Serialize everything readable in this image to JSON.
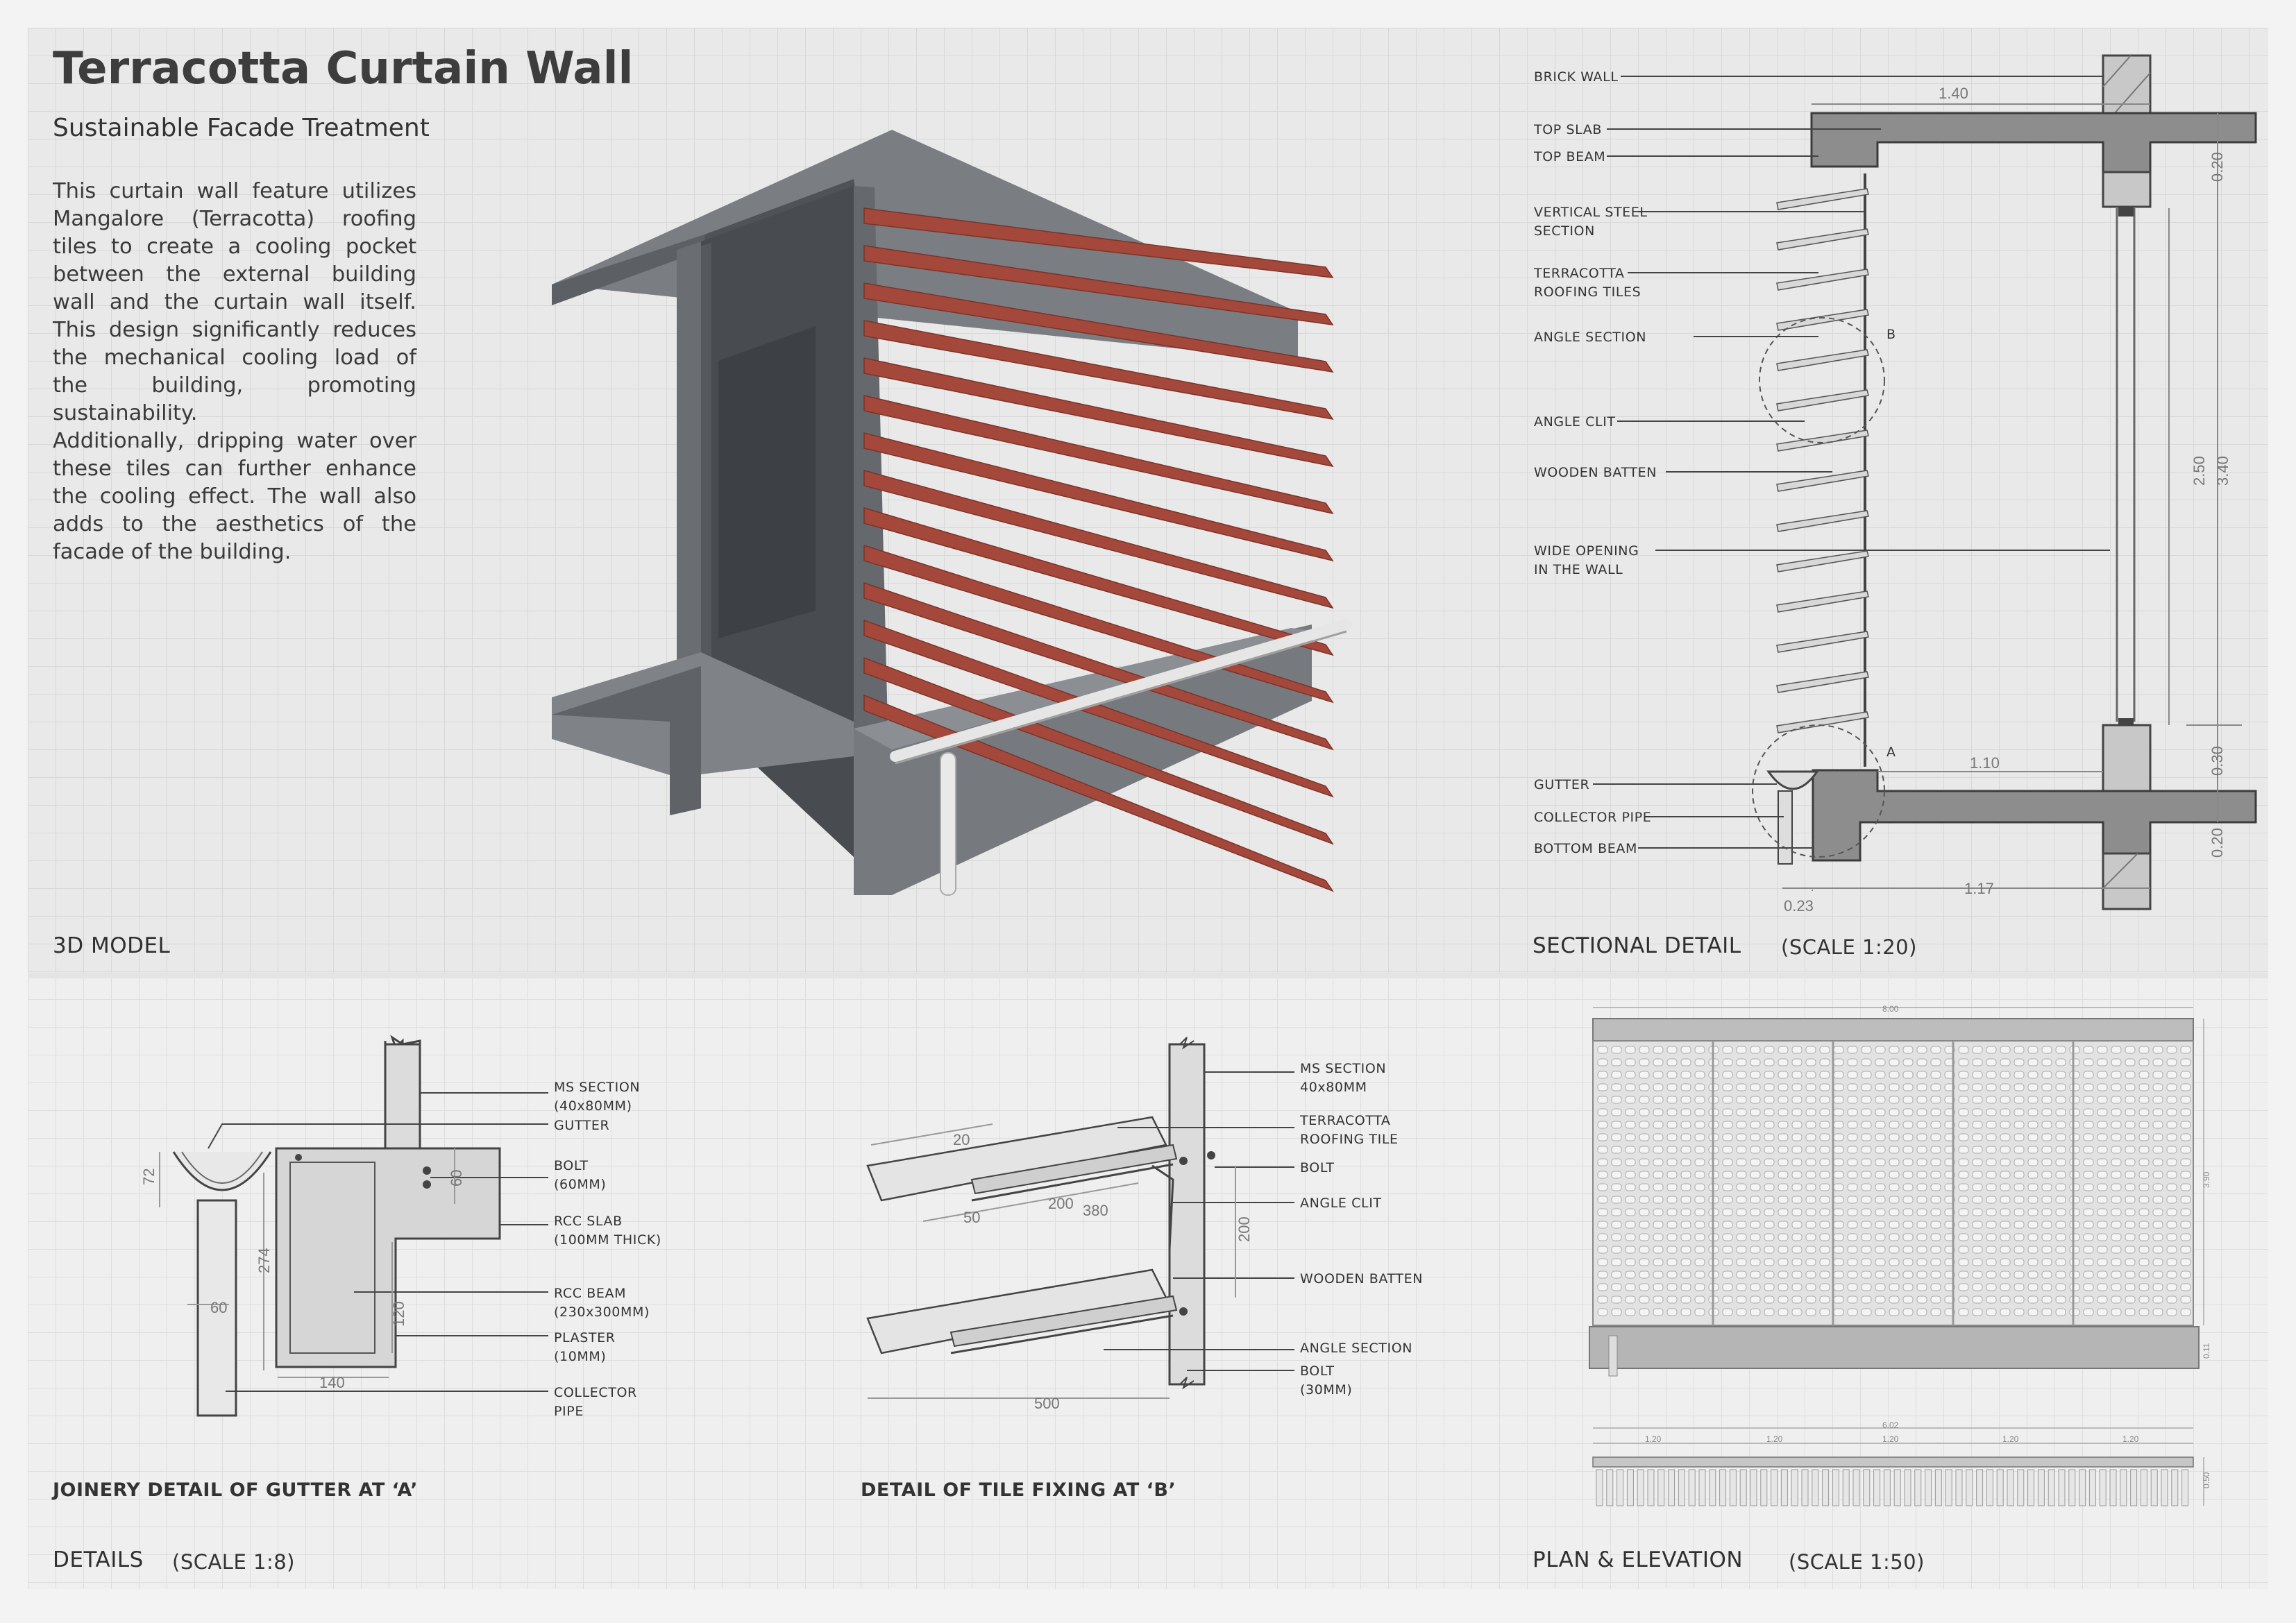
{
  "title": "Terracotta Curtain Wall",
  "subtitle": "Sustainable Facade Treatment",
  "paragraphs": [
    "This curtain wall feature utilizes Mangalore (Terracotta) roofing tiles to create a cooling pocket between the external building wall and the curtain wall itself. This design significantly reduces the mechanical cooling load of the building, promoting sustainability.",
    "Additionally, dripping water over these tiles can further enhance the cooling effect. The wall also adds to the aesthetics of the facade of the building."
  ],
  "sections": {
    "model": "3D MODEL",
    "sectional": "SECTIONAL DETAIL",
    "sectional_scale": "(SCALE 1:20)",
    "details": "DETAILS",
    "details_scale": "(SCALE 1:8)",
    "plan": "PLAN & ELEVATION",
    "plan_scale": "(SCALE 1:50)",
    "gutter_detail": "JOINERY DETAIL OF GUTTER AT ‘A’",
    "tile_detail": "DETAIL OF TILE FIXING AT ‘B’"
  },
  "sectional_labels": {
    "brick_wall": "BRICK WALL",
    "top_slab": "TOP SLAB",
    "top_beam": "TOP BEAM",
    "vertical_steel_1": "VERTICAL STEEL",
    "vertical_steel_2": "SECTION",
    "terracotta_1": "TERRACOTTA",
    "terracotta_2": "ROOFING TILES",
    "angle_section": "ANGLE SECTION",
    "angle_clit": "ANGLE CLIT",
    "wooden_batten": "WOODEN BATTEN",
    "wide_opening_1": "WIDE OPENING",
    "wide_opening_2": "IN THE WALL",
    "gutter": "GUTTER",
    "collector_pipe": "COLLECTOR PIPE",
    "bottom_beam": "BOTTOM BEAM",
    "marker_a": "A",
    "marker_b": "B"
  },
  "sectional_dims": {
    "d140": "1.40",
    "d020a": "0.20",
    "d250": "2.50",
    "d340": "3.40",
    "d030": "0.30",
    "d110": "1.10",
    "d020b": "0.20",
    "d117": "1.17",
    "d023": "0.23"
  },
  "gutter_labels": {
    "ms_section_1": "MS SECTION",
    "ms_section_2": "(40x80MM)",
    "gutter": "GUTTER",
    "bolt_1": "BOLT",
    "bolt_2": "(60MM)",
    "rcc_slab_1": "RCC SLAB",
    "rcc_slab_2": "(100MM THICK)",
    "rcc_beam_1": "RCC BEAM",
    "rcc_beam_2": "(230x300MM)",
    "plaster_1": "PLASTER",
    "plaster_2": "(10MM)",
    "collector_1": "COLLECTOR",
    "collector_2": "PIPE",
    "d72": "72",
    "d60a": "60",
    "d274": "274",
    "d60b": "60",
    "d120": "120",
    "d140": "140"
  },
  "tile_labels": {
    "ms_section_1": "MS SECTION",
    "ms_section_2": "40x80MM",
    "terracotta_1": "TERRACOTTA",
    "terracotta_2": "ROOFING TILE",
    "bolt": "BOLT",
    "angle_clit": "ANGLE CLIT",
    "wooden_batten": "WOODEN BATTEN",
    "angle_section": "ANGLE SECTION",
    "bolt30_1": "BOLT",
    "bolt30_2": "(30MM)",
    "d20": "20",
    "d50": "50",
    "d200a": "200",
    "d380": "380",
    "d200b": "200",
    "d500": "500"
  },
  "plan_dims": {
    "top": "8.00",
    "side_h": "3.90",
    "side_b": "0.11",
    "plan_total": "6.02",
    "bay": "1.20",
    "plan_side": "0.50"
  },
  "colors": {
    "terracotta": "#a3483a",
    "concrete": "#6b6e72",
    "concrete_dark": "#4d5055",
    "section_fill": "#8a8a8a",
    "line": "#555555"
  }
}
